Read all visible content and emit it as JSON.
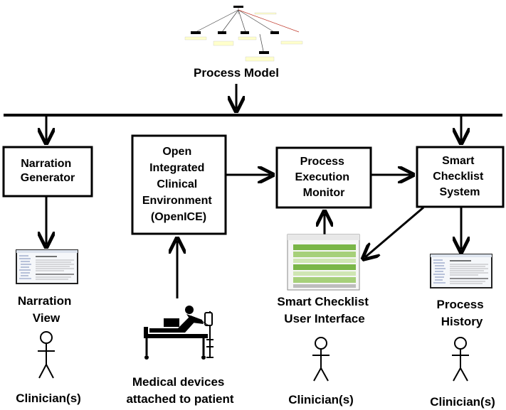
{
  "process_model": {
    "label": "Process Model"
  },
  "boxes": {
    "narration_generator": [
      "Narration",
      "Generator"
    ],
    "openice": [
      "Open",
      "Integrated",
      "Clinical",
      "Environment",
      "(OpenICE)"
    ],
    "process_execution_monitor": [
      "Process",
      "Execution",
      "Monitor"
    ],
    "smart_checklist_system": [
      "Smart",
      "Checklist",
      "System"
    ]
  },
  "captions": {
    "narration_view": [
      "Narration",
      "View"
    ],
    "medical_devices": [
      "Medical devices",
      "attached to patient"
    ],
    "smart_checklist_ui": [
      "Smart Checklist",
      "User Interface"
    ],
    "process_history": [
      "Process",
      "History"
    ]
  },
  "actors": {
    "clinician_label": "Clinician(s)"
  },
  "colors": {
    "line": "#000000",
    "box_fill": "#ffffff",
    "ui_green": "#7ab648",
    "model_node": "#000000",
    "model_note": "#ffffcc"
  }
}
